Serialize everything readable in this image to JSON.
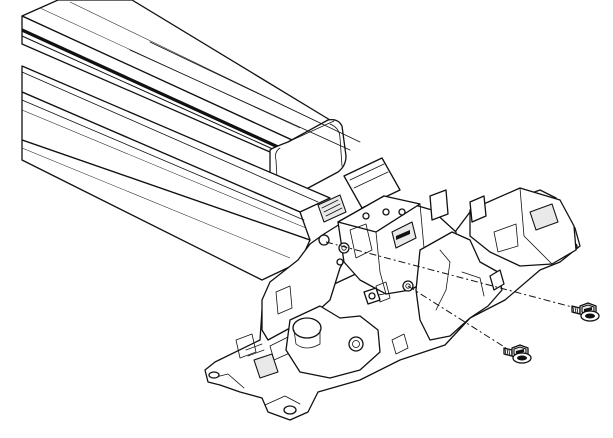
{
  "figure": {
    "kind": "technical line drawing",
    "parts": [
      "upper-rail",
      "lower-rail",
      "mounting-bracket",
      "screw-left",
      "screw-right"
    ],
    "callouts": 2
  },
  "colors": {
    "line": "#111111",
    "background": "#ffffff",
    "shade": "#e9e9e9"
  }
}
